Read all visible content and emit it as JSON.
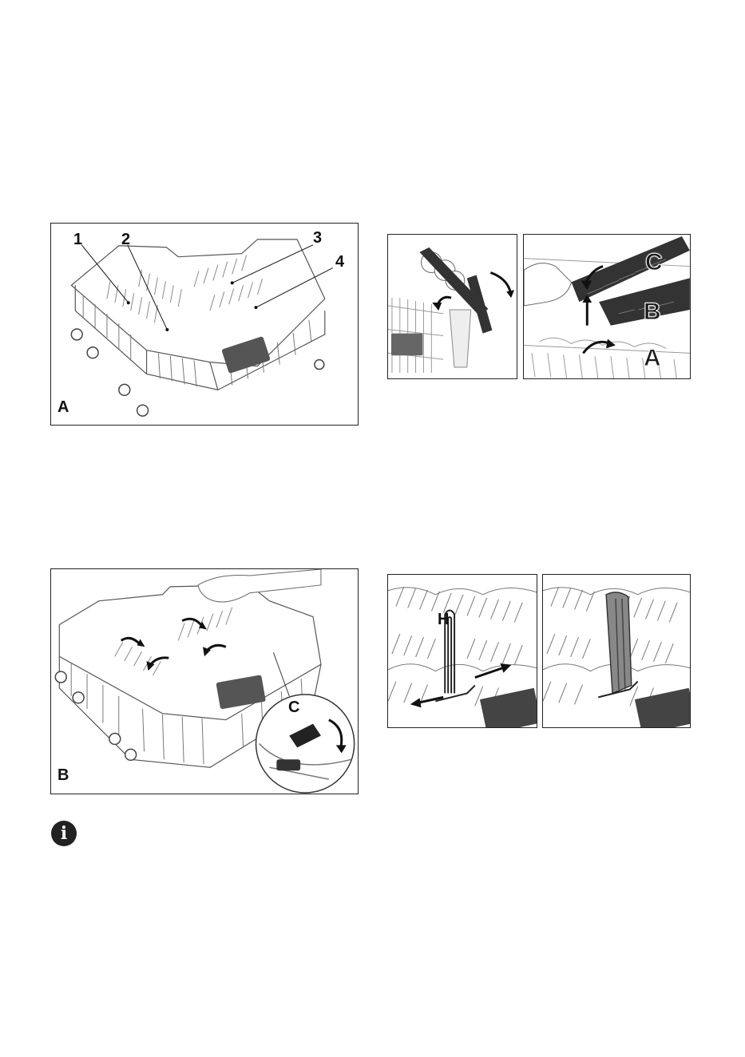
{
  "figure_a": {
    "corner_label": "A",
    "callouts": [
      "1",
      "2",
      "3",
      "4"
    ]
  },
  "figure_b": {
    "corner_label": "B",
    "detail_label": "C"
  },
  "figure_cup_rack": {
    "step_labels": [
      "C",
      "B",
      "A"
    ]
  },
  "figure_h": {
    "label": "H"
  },
  "info_icon": {
    "glyph": "i"
  }
}
